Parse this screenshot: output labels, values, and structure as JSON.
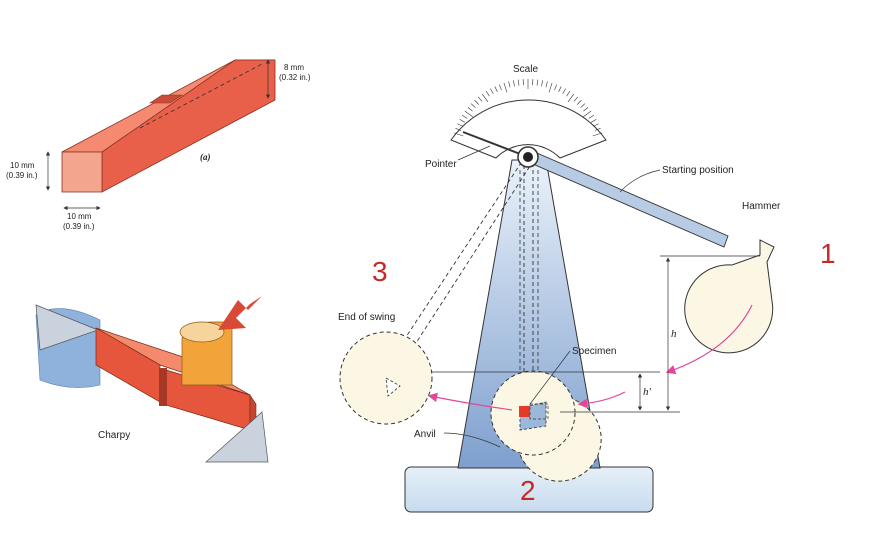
{
  "specimen_figure": {
    "dim_height": "8 mm",
    "dim_height_in": "(0.32 in.)",
    "dim_side": "10 mm",
    "dim_side_in": "(0.39 in.)",
    "dim_width": "10 mm",
    "dim_width_in": "(0.39 in.)",
    "panel_label": "(a)"
  },
  "charpy_figure": {
    "caption": "Charpy"
  },
  "tester_figure": {
    "scale": "Scale",
    "pointer": "Pointer",
    "starting_position": "Starting position",
    "hammer": "Hammer",
    "end_of_swing": "End of swing",
    "specimen": "Specimen",
    "anvil": "Anvil",
    "h": "h",
    "h_prime": "h'"
  },
  "step_numbers": {
    "one": "1",
    "two": "2",
    "three": "3"
  },
  "colors": {
    "specimen_red": "#e8604a",
    "specimen_light": "#f58a70",
    "frame_blue": "#9bb7d9",
    "hammer_fill": "#fbf7e4",
    "arrow_magenta": "#e0489a",
    "step_red": "#c62828"
  }
}
